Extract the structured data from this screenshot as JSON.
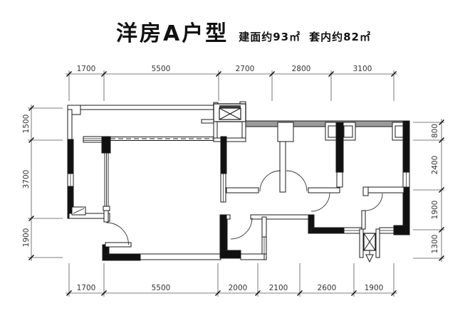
{
  "header": {
    "title": "洋房A户型",
    "area_built": "建面约93㎡",
    "area_inner": "套内约82㎡"
  },
  "dims": {
    "top": [
      "1700",
      "5500",
      "2700",
      "2800",
      "3100"
    ],
    "bottom": [
      "1700",
      "5500",
      "2000",
      "2100",
      "2600",
      "1900"
    ],
    "left": [
      "1500",
      "3700",
      "1900"
    ],
    "right": [
      "800",
      "2400",
      "1900",
      "1300"
    ]
  },
  "icons": {
    "elevator_shaft": "crossed-box shaft symbol",
    "flue": "crossed-box flue symbol with entry arrow",
    "doors": "quarter-circle door swings"
  },
  "colors": {
    "ink": "#1a1a1a",
    "wall_fill": "#9a9a9a",
    "dim_line": "#444444",
    "background": "#ffffff"
  }
}
